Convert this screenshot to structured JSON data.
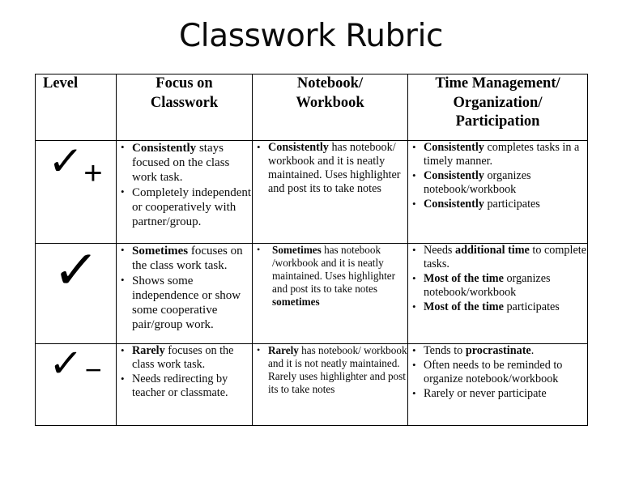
{
  "document": {
    "title": "Classwork Rubric"
  },
  "table": {
    "headers": [
      {
        "lines": [
          "Level"
        ],
        "align": "left"
      },
      {
        "lines": [
          "Focus on",
          "Classwork"
        ],
        "align": "center"
      },
      {
        "lines": [
          "Notebook/",
          "Workbook"
        ],
        "align": "center"
      },
      {
        "lines": [
          "Time Management/",
          "Organization/",
          "Participation"
        ],
        "align": "center"
      }
    ],
    "rows": [
      {
        "level": {
          "mark": "check-plus",
          "tick": "✓",
          "sign": "+"
        },
        "focus_on_classwork": [
          {
            "bold": "Consistently",
            "rest": " stays focused on the class work task."
          },
          {
            "bold": "",
            "rest": "Completely independent or cooperatively with partner/group."
          }
        ],
        "notebook_workbook": [
          {
            "bold": "Consistently",
            "rest": " has notebook/ workbook and it is neatly maintained.  Uses highlighter and post its to take notes"
          }
        ],
        "time_management": [
          {
            "bold": "Consistently",
            "rest": " completes tasks in a timely manner."
          },
          {
            "bold": "Consistently",
            "rest": " organizes notebook/workbook"
          },
          {
            "bold": "Consistently",
            "rest": " participates"
          }
        ]
      },
      {
        "level": {
          "mark": "check",
          "tick": "✓",
          "sign": ""
        },
        "focus_on_classwork": [
          {
            "bold": "Sometimes",
            "rest": " focuses on the class work task."
          },
          {
            "bold": "",
            "rest": "Shows some independence or show some cooperative pair/group work."
          }
        ],
        "notebook_workbook": [
          {
            "bold": "Sometimes",
            "rest": " has notebook /workbook and it is neatly maintained.  Uses highlighter and post its to take notes ",
            "bold_tail": "sometimes"
          }
        ],
        "time_management": [
          {
            "bold": "",
            "rest": "Needs ",
            "bold_mid": "additional time",
            "rest2": " to complete tasks."
          },
          {
            "bold": "Most of the time",
            "rest": " organizes notebook/workbook"
          },
          {
            "bold": "Most of the time",
            "rest": " participates"
          }
        ]
      },
      {
        "level": {
          "mark": "check-minus",
          "tick": "✓",
          "sign": "−"
        },
        "focus_on_classwork": [
          {
            "bold": "Rarely",
            "rest": " focuses on the class work task."
          },
          {
            "bold": "",
            "rest": "Needs redirecting by teacher or classmate."
          }
        ],
        "notebook_workbook": [
          {
            "bold": "Rarely",
            "rest": " has notebook/ workbook and it is not neatly maintained.  Rarely uses highlighter and post its to take notes"
          }
        ],
        "time_management": [
          {
            "bold": "",
            "rest": "Tends to ",
            "bold_mid": "procrastinate",
            "rest2": "."
          },
          {
            "bold": "",
            "rest": "Often needs to be reminded to organize notebook/workbook"
          },
          {
            "bold": "",
            "rest": "Rarely or never participate"
          }
        ]
      }
    ]
  }
}
